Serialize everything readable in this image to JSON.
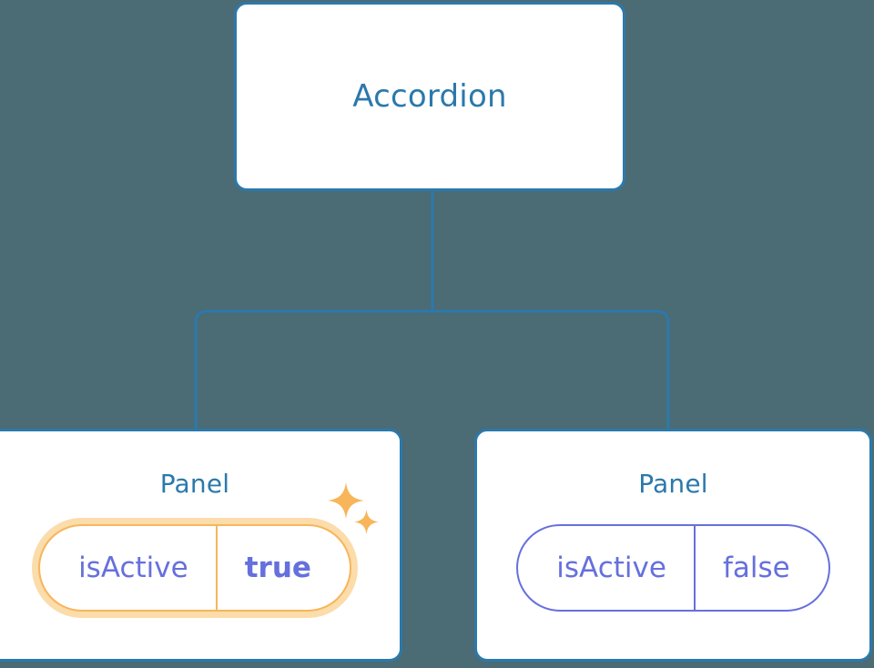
{
  "diagram": {
    "type": "component-tree",
    "background_color": "#4b6b75",
    "node_border_color": "#2b79ab",
    "node_title_color": "#2b79ab",
    "prop_color": "#6670dd",
    "highlight_color": "#f8b55a",
    "highlight_glow_color": "#fbdcab",
    "connector_color": "#2b79ab"
  },
  "root": {
    "label": "Accordion"
  },
  "children": [
    {
      "label": "Panel",
      "highlighted": true,
      "prop": {
        "key": "isActive",
        "value": "true"
      },
      "sparkle_big": "sparkle-icon",
      "sparkle_small": "sparkle-icon"
    },
    {
      "label": "Panel",
      "highlighted": false,
      "prop": {
        "key": "isActive",
        "value": "false"
      }
    }
  ]
}
